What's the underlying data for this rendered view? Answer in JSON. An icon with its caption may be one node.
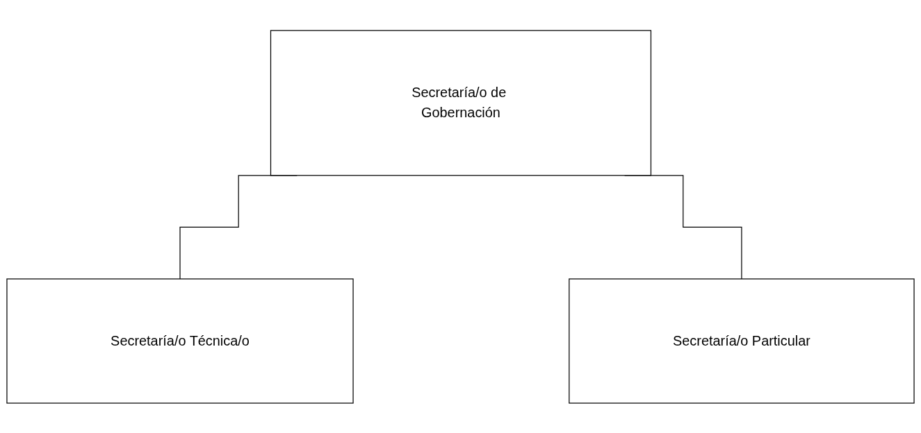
{
  "diagram": {
    "nodes": [
      {
        "text": [
          "Secretaría/o de Gobernación"
        ]
      },
      {
        "text": [
          "Secretaría/o Técnica/o"
        ]
      },
      {
        "text": [
          "Secretaría/o Particular"
        ]
      }
    ],
    "edges": [
      {
        "from": 0,
        "to": 1,
        "arrow": "none"
      },
      {
        "from": 0,
        "to": 2,
        "arrow": "none"
      }
    ]
  }
}
